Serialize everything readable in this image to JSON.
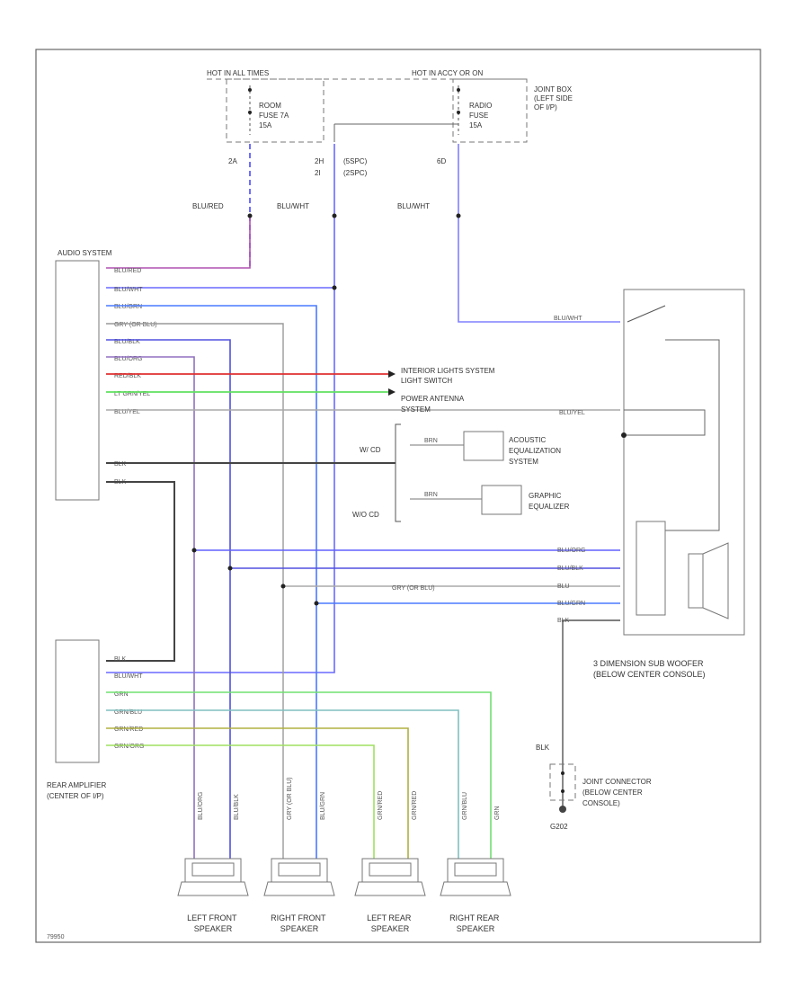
{
  "hot_left": "HOT IN ALL TIMES",
  "hot_right": "HOT IN ACCY OR ON",
  "junction_box": [
    "JOINT BOX",
    "(LEFT SIDE",
    "OF I/P)"
  ],
  "room_fuse": [
    "ROOM",
    "FUSE 7A",
    "15A"
  ],
  "radio_fuse": [
    "RADIO",
    "FUSE",
    "15A"
  ],
  "pin_2a": "2A",
  "pin_2h": "2H",
  "pin_2i": "2I",
  "pin_6d": "6D",
  "note_5spc": "(5SPC)",
  "note_2spc": "(2SPC)",
  "wire_blu_red": "BLU/RED",
  "wire_blu_wht": "BLU/WHT",
  "audio_system": "AUDIO SYSTEM",
  "audio_wires": [
    "BLU/RED",
    "BLU/WHT",
    "BLU/GRN",
    "GRY (OR BLU)",
    "BLU/BLK",
    "BLU/ORG",
    "RED/BLK",
    "LT GRN/YEL",
    "BLU/YEL"
  ],
  "audio_wires_lower": [
    "BLK",
    "BLK"
  ],
  "interior_light": [
    "INTERIOR LIGHTS SYSTEM",
    "LIGHT SWITCH"
  ],
  "power_antenna": [
    "POWER ANTENNA",
    "SYSTEM"
  ],
  "w_cd": "W/ CD",
  "wo_cd": "W/O CD",
  "wire_brn": "BRN",
  "acoustic": [
    "ACOUSTIC",
    "EQUALIZATION",
    "SYSTEM"
  ],
  "graphic": [
    "GRAPHIC",
    "EQUALIZER"
  ],
  "sub_blu_wht": "BLU/WHT",
  "sub_blu_yel": "BLU/YEL",
  "sub_wires": [
    "BLU/ORG",
    "BLU/BLK",
    "BLU",
    "BLU/GRN",
    "BLK"
  ],
  "gry_or_blu": "GRY (OR BLU)",
  "sub_woofer": [
    "3 DIMENSION SUB WOOFER",
    "(BELOW CENTER CONSOLE)"
  ],
  "blk": "BLK",
  "joint_connector": [
    "JOINT CONNECTOR",
    "(BELOW CENTER",
    "CONSOLE)"
  ],
  "ground": "G202",
  "rear_amp_wires": [
    "BLK",
    "BLU/WHT",
    "GRN",
    "GRN/BLU",
    "GRN/RED",
    "GRN/ORG"
  ],
  "rear_amp": [
    "REAR AMPLIFIER",
    "(CENTER OF I/P)"
  ],
  "speaker_wires": [
    "BLU/ORG",
    "BLU/BLK",
    "GRY (OR BLU)",
    "BLU/GRN",
    "GRN/RED",
    "GRN/RED",
    "GRN/BLU",
    "GRN"
  ],
  "speakers": [
    [
      "LEFT FRONT",
      "SPEAKER"
    ],
    [
      "RIGHT FRONT",
      "SPEAKER"
    ],
    [
      "LEFT REAR",
      "SPEAKER"
    ],
    [
      "RIGHT REAR",
      "SPEAKER"
    ]
  ],
  "diagram_id": "79950"
}
